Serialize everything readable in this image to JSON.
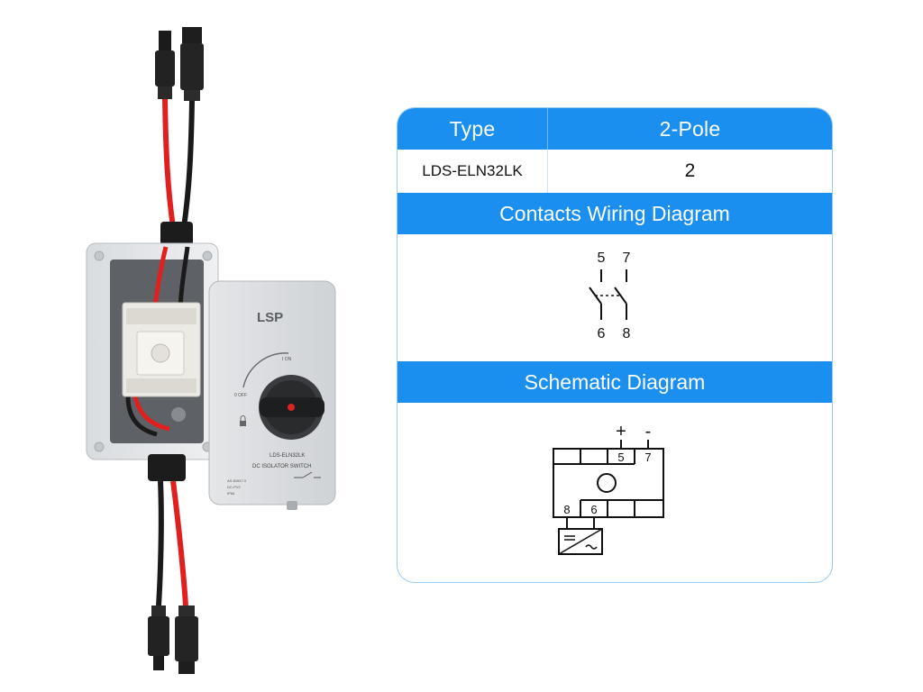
{
  "product": {
    "logo": "LSP",
    "model": "LDS-ELN32LK",
    "device_name": "DC ISOLATOR SWITCH",
    "dial_on": "I ON",
    "dial_off": "0 OFF",
    "spec_lines": [
      "AS 60947.3",
      "DC-PV2",
      "IP66"
    ]
  },
  "spec_table": {
    "header": {
      "type_label": "Type",
      "pole_label": "2-Pole"
    },
    "row": {
      "model": "LDS-ELN32LK",
      "poles": "2"
    },
    "contacts_title": "Contacts Wiring Diagram",
    "contacts": {
      "top_left": "5",
      "top_right": "7",
      "bottom_left": "6",
      "bottom_right": "8"
    },
    "schematic_title": "Schematic Diagram",
    "schematic": {
      "plus": "+",
      "minus": "-",
      "top_terminals": [
        "5",
        "7"
      ],
      "bottom_terminals": [
        "8",
        "6"
      ]
    }
  },
  "colors": {
    "accent": "#1a8ff0",
    "card_border": "#9ccbf2",
    "wire_red": "#e02020",
    "wire_black": "#1a1a1a"
  },
  "icons": [
    "lock-icon",
    "switch-symbol-icon",
    "rotary-knob-icon"
  ]
}
